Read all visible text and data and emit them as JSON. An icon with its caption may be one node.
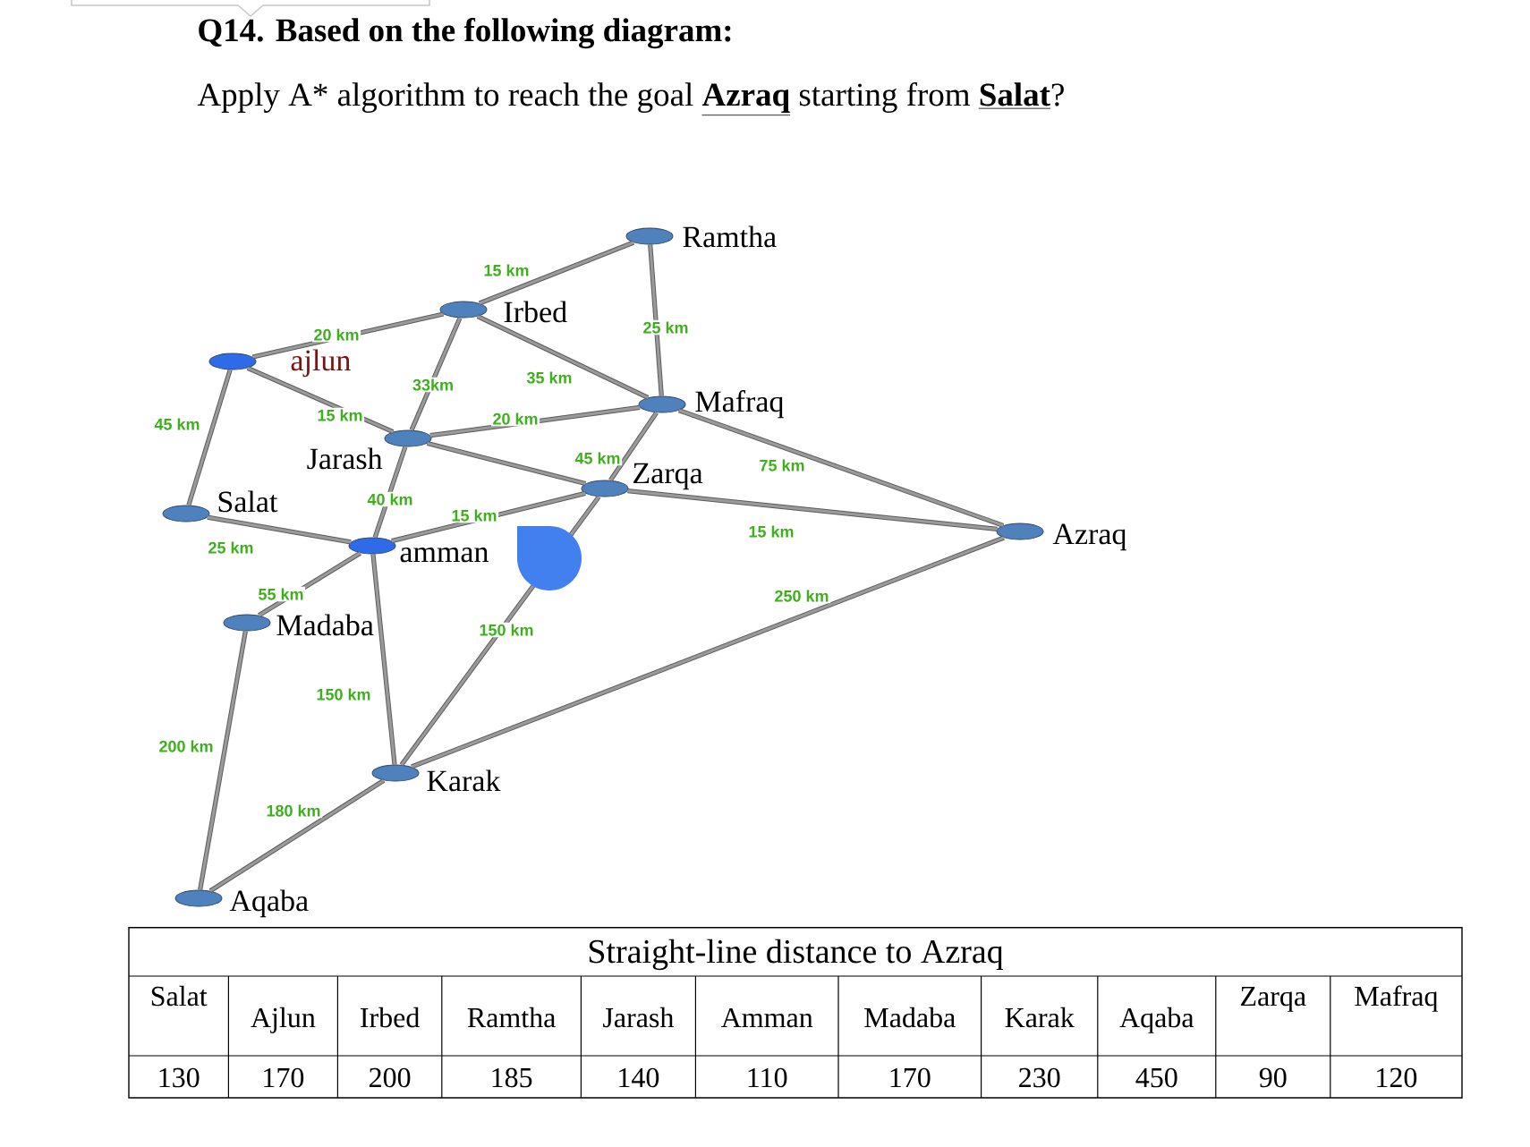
{
  "diagram": {
    "title": "Q14. Based on the following diagram:",
    "nodes": [
      {
        "text": [
          "Ramtha"
        ]
      },
      {
        "text": [
          "Irbed"
        ]
      },
      {
        "text": [
          "ajlun"
        ]
      },
      {
        "text": [
          "Mafraq"
        ]
      },
      {
        "text": [
          "Jarash"
        ]
      },
      {
        "text": [
          "Zarqa"
        ]
      },
      {
        "text": [
          "Salat"
        ]
      },
      {
        "text": [
          "amman"
        ]
      },
      {
        "text": [
          "Azraq"
        ]
      },
      {
        "text": [
          "Madaba"
        ]
      },
      {
        "text": [
          "Karak"
        ]
      },
      {
        "text": [
          "Aqaba"
        ]
      }
    ],
    "edges": [
      {
        "from": 0,
        "to": 1,
        "arrow": "none",
        "label": "15 km"
      },
      {
        "from": 0,
        "to": 3,
        "arrow": "none",
        "label": "25 km"
      },
      {
        "from": 2,
        "to": 1,
        "arrow": "none",
        "label": "20 km"
      },
      {
        "from": 1,
        "to": 4,
        "arrow": "none",
        "label": "33km"
      },
      {
        "from": 1,
        "to": 3,
        "arrow": "none",
        "label": "35 km"
      },
      {
        "from": 2,
        "to": 6,
        "arrow": "none",
        "label": "45 km"
      },
      {
        "from": 2,
        "to": 4,
        "arrow": "none",
        "label": "15 km"
      },
      {
        "from": 4,
        "to": 3,
        "arrow": "none",
        "label": "20 km"
      },
      {
        "from": 4,
        "to": 5,
        "arrow": "none"
      },
      {
        "from": 3,
        "to": 5,
        "arrow": "none",
        "label": "45 km"
      },
      {
        "from": 4,
        "to": 7,
        "arrow": "none",
        "label": "40 km"
      },
      {
        "from": 3,
        "to": 8,
        "arrow": "none",
        "label": "75 km"
      },
      {
        "from": 5,
        "to": 7,
        "arrow": "none",
        "label": "15 km"
      },
      {
        "from": 5,
        "to": 8,
        "arrow": "none",
        "label": "15 km"
      },
      {
        "from": 5,
        "to": 10,
        "arrow": "none",
        "label": "150 km"
      },
      {
        "from": 6,
        "to": 7,
        "arrow": "none",
        "label": "25 km"
      },
      {
        "from": 7,
        "to": 9,
        "arrow": "none",
        "label": "55 km"
      },
      {
        "from": 7,
        "to": 10,
        "arrow": "none",
        "label": "150 km"
      },
      {
        "from": 9,
        "to": 11,
        "arrow": "none",
        "label": "200 km"
      },
      {
        "from": 10,
        "to": 11,
        "arrow": "none",
        "label": "180 km"
      },
      {
        "from": 10,
        "to": 8,
        "arrow": "none",
        "label": "250 km"
      }
    ],
    "labels": [
      "Apply A* algorithm to reach the goal **Azraq** starting from **Salat**?",
      "Straight-line distance to Azraq",
      "Salat",
      "Ajlun",
      "Irbed",
      "Ramtha",
      "Jarash",
      "Amman",
      "Madaba",
      "Karak",
      "Aqaba",
      "Zarqa",
      "Mafraq",
      "130",
      "170",
      "200",
      "185",
      "140",
      "110",
      "170",
      "230",
      "450",
      "90",
      "120"
    ]
  }
}
